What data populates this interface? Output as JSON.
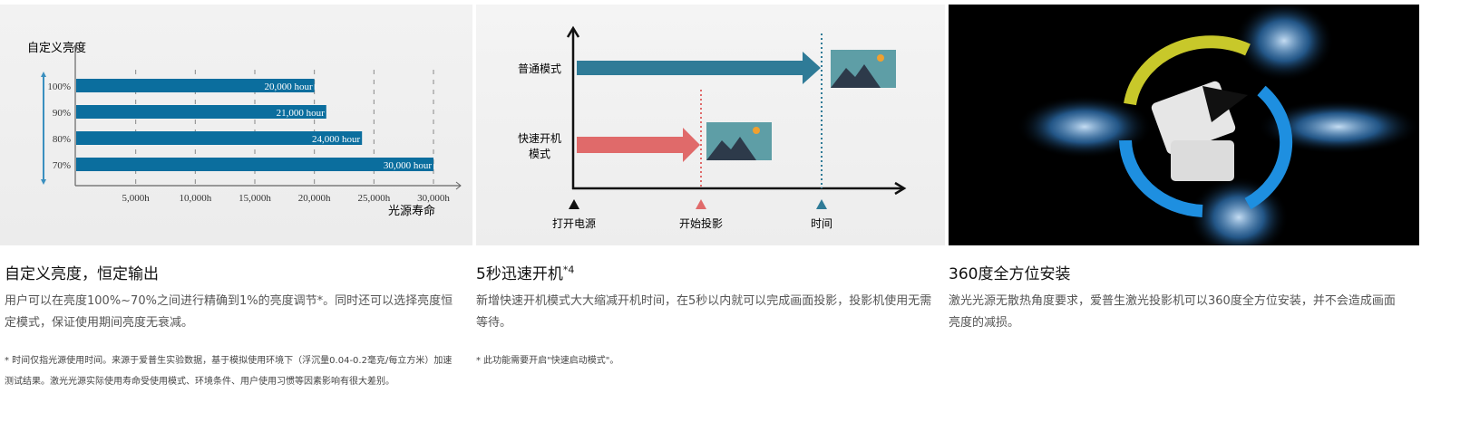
{
  "features": [
    {
      "title": "自定义亮度，恒定输出",
      "desc": "用户可以在亮度100%~70%之间进行精确到1%的亮度调节*。同时还可以选择亮度恒定模式，保证使用期间亮度无衰减。",
      "note": "* 时间仅指光源使用时间。来源于爱普生实验数据，基于模拟使用环境下（浮沉量0.04-0.2毫克/每立方米）加速测试结果。激光光源实际使用寿命受使用模式、环境条件、用户使用习惯等因素影响有很大差别。"
    },
    {
      "title": "5秒迅速开机",
      "sup": "*4",
      "desc": "新增快速开机模式大大缩减开机时间，在5秒以内就可以完成画面投影，投影机使用无需等待。",
      "note": "* 此功能需要开启\"快速启动模式\"。"
    },
    {
      "title": "360度全方位安装",
      "desc": "激光光源无散热角度要求，爱普生激光投影机可以360度全方位安装，并不会造成画面亮度的减损。"
    }
  ],
  "chart_data": {
    "type": "bar",
    "ylabel": "自定义亮度",
    "xlabel": "光源寿命",
    "categories": [
      "100%",
      "90%",
      "80%",
      "70%"
    ],
    "values": [
      20000,
      21000,
      24000,
      30000
    ],
    "bar_labels": [
      "20,000 hour",
      "21,000 hour",
      "24,000 hour",
      "30,000 hour"
    ],
    "xticks": [
      "5,000h",
      "10,000h",
      "15,000h",
      "20,000h",
      "25,000h",
      "30,000h"
    ],
    "xtick_values": [
      5000,
      10000,
      15000,
      20000,
      25000,
      30000
    ],
    "xlim": [
      0,
      30000
    ],
    "bar_color": "#0b6e9e"
  },
  "diagram": {
    "normal_mode": "普通模式",
    "fast_mode_1": "快速开机",
    "fast_mode_2": "模式",
    "markers": [
      "打开电源",
      "开始投影",
      "时间"
    ],
    "normal_color": "#2f7b97",
    "fast_color": "#e06a6a"
  }
}
